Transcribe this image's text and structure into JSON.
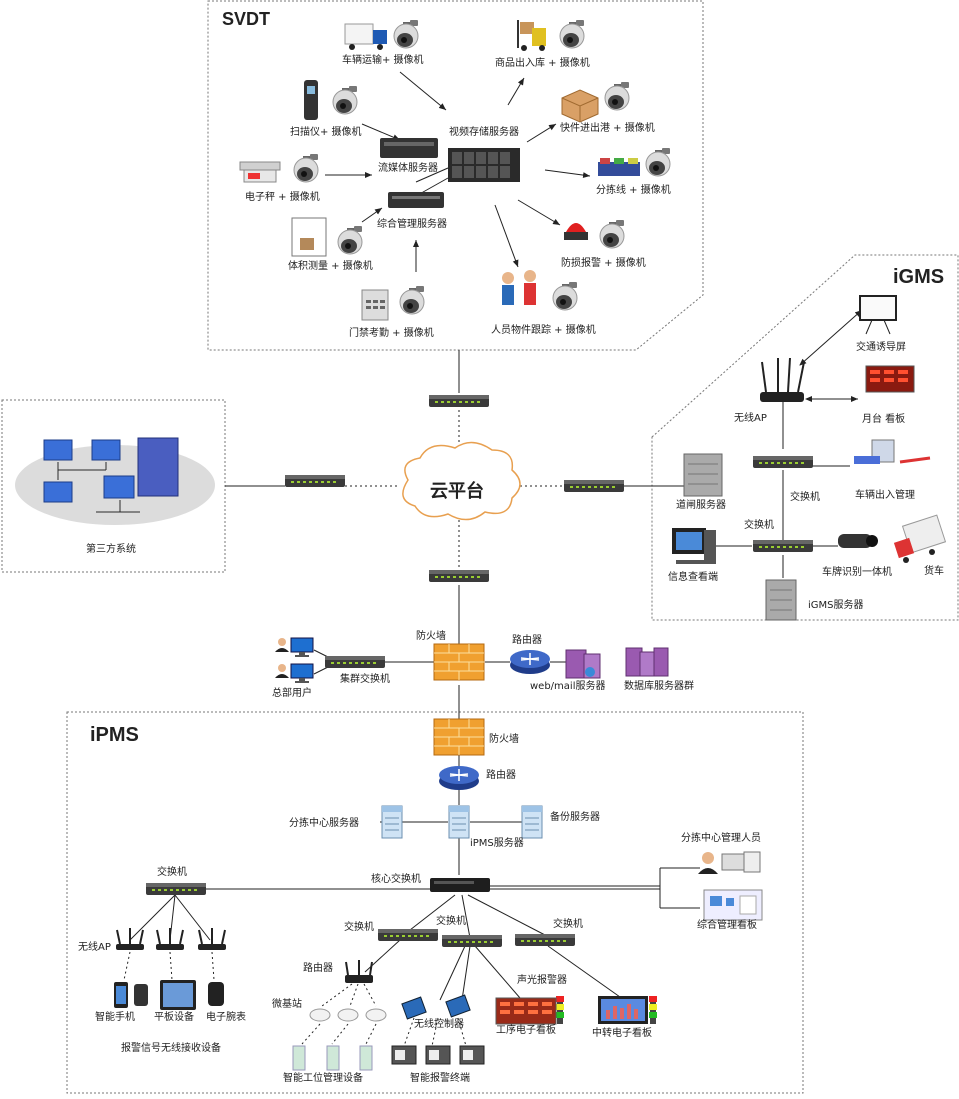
{
  "regions": {
    "svdt": "SVDT",
    "igms": "iGMS",
    "ipms": "iPMS",
    "third_party": "第三方系统"
  },
  "cloud": "云平台",
  "svdt": {
    "truck_camera": "车辆运输+ 摄像机",
    "goods_camera": "商品出入库 + 摄像机",
    "scanner_camera": "扫描仪+ 摄像机",
    "video_storage": "视频存储服务器",
    "parcel_camera": "快件进出港 + 摄像机",
    "streaming_server": "流媒体服务器",
    "scale_camera": "电子秤 + 摄像机",
    "sorting_camera": "分拣线 + 摄像机",
    "mgmt_server": "综合管理服务器",
    "volume_camera": "体积测量 + 摄像机",
    "alarm_camera": "防损报警 + 摄像机",
    "access_camera": "门禁考勤 + 摄像机",
    "tracking_camera": "人员物件跟踪 + 摄像机"
  },
  "igms": {
    "traffic_screen": "交通诱导屏",
    "wireless_ap": "无线AP",
    "platform_board": "月台 看板",
    "vehicle_mgmt": "车辆出入管理",
    "switch1": "交换机",
    "gate_server": "道闸服务器",
    "switch2": "交换机",
    "info_terminal": "信息查看端",
    "plate_camera": "车牌识别一体机",
    "truck": "货车",
    "igms_server": "iGMS服务器"
  },
  "hq": {
    "firewall": "防火墙",
    "router": "路由器",
    "cluster_switch": "集群交换机",
    "hq_users": "总部用户",
    "web_mail": "web/mail服务器",
    "db_cluster": "数据库服务器群"
  },
  "ipms": {
    "firewall": "防火墙",
    "router": "路由器",
    "sort_center_server": "分拣中心服务器",
    "backup_server": "备份服务器",
    "ipms_server": "iPMS服务器",
    "manager": "分拣中心管理人员",
    "core_switch": "核心交换机",
    "switch_left": "交换机",
    "dashboard": "综合管理看板",
    "wireless_ap": "无线AP",
    "switch_mid1": "交换机",
    "switch_mid2": "交换机",
    "switch_right": "交换机",
    "router2": "路由器",
    "audio_alarm": "声光报警器",
    "micro_station": "微基站",
    "wireless_ctrl": "无线控制器",
    "smartphone": "智能手机",
    "tablet": "平板设备",
    "watch": "电子腕表",
    "process_board": "工序电子看板",
    "transfer_board": "中转电子看板",
    "alarm_receivers": "报警信号无线接收设备",
    "workstation_mgmt": "智能工位管理设备",
    "alarm_terminal": "智能报警终端"
  }
}
